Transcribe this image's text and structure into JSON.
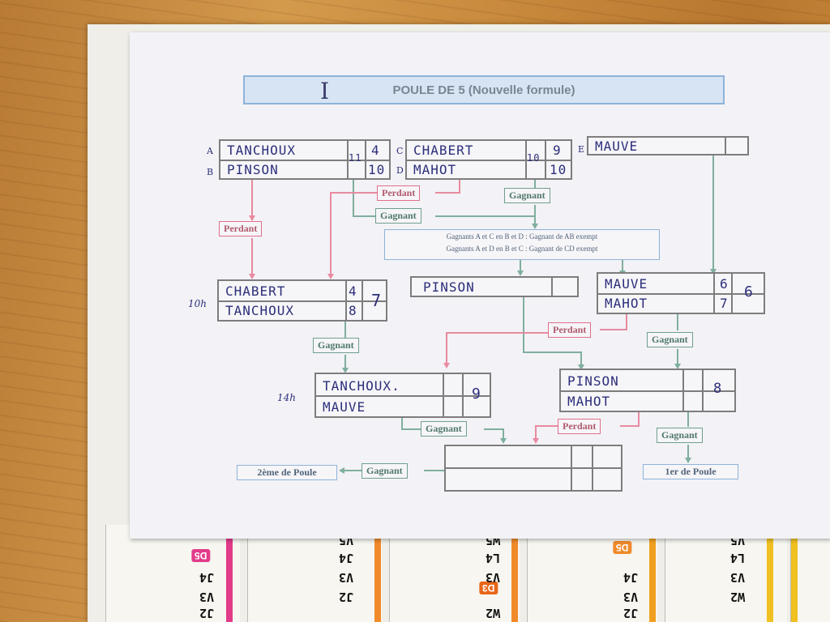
{
  "title": "POULE DE 5 (Nouvelle formule)",
  "roman": "I",
  "slots": {
    "a": "A",
    "b": "B",
    "c": "C",
    "d": "D",
    "e": "E"
  },
  "match1": {
    "p1": "TANCHOUX",
    "p2": "PINSON",
    "court": "11",
    "s1": "4",
    "s2": "10"
  },
  "match2": {
    "p1": "CHABERT",
    "p2": "MAHOT",
    "court": "10",
    "s1": "9",
    "s2": "10"
  },
  "match3": {
    "p1": "MAUVE"
  },
  "box_loser": {
    "p1": "CHABERT",
    "p2": "TANCHOUX",
    "s1": "4",
    "s2": "8",
    "total": "7",
    "time": "10h"
  },
  "box_mid": {
    "p1": "PINSON"
  },
  "box_right": {
    "p1": "MAUVE",
    "p2": "MAHOT",
    "s1": "6",
    "s2": "7",
    "total": "6"
  },
  "box_low_left": {
    "p1": "TANCHOUX.",
    "p2": "MAUVE",
    "s1": "9",
    "time": "14h"
  },
  "box_low_right": {
    "p1": "PINSON",
    "p2": "MAHOT",
    "s1": "8"
  },
  "labels": {
    "perdant": "Perdant",
    "gagnant": "Gagnant",
    "rule1": "Gagnants A et C en B et D : Gagnant de AB exempt",
    "rule2": "Gagnants A et D en B et C : Gagnant de CD exempt",
    "second": "2ème de Poule",
    "first": "1er de Poule"
  },
  "cards": [
    "D5",
    "D3",
    "D5"
  ],
  "card_rows": [
    "V5",
    "J4",
    "V3",
    "J2",
    "W5",
    "L4",
    "V3",
    "W2"
  ],
  "colors": {
    "pink": "#e0708a",
    "green": "#6fa08e",
    "blue": "#8fb3d9",
    "ink": "#2c2f7a"
  }
}
